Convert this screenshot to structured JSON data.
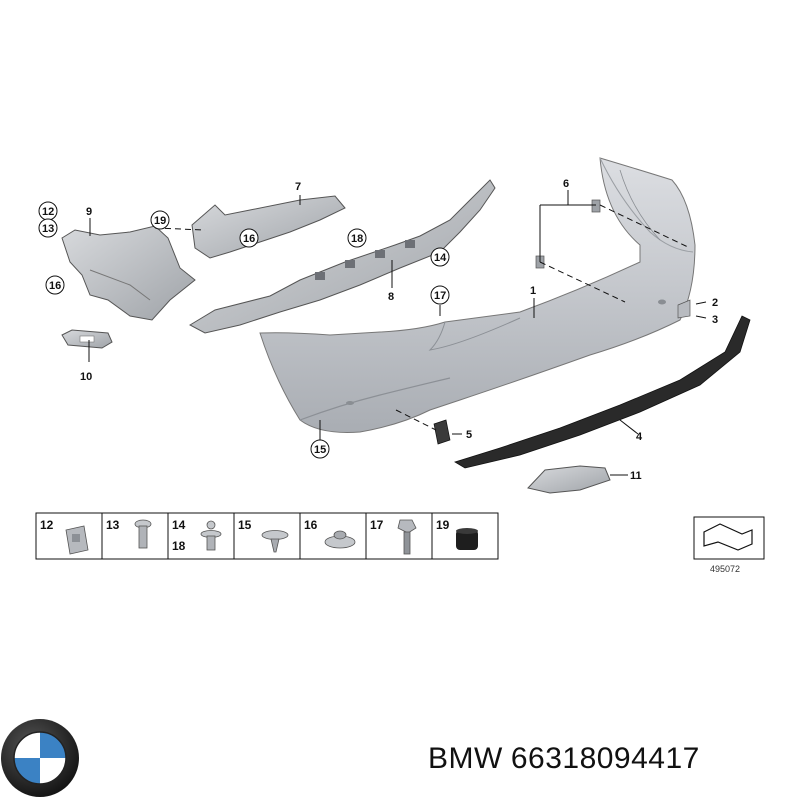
{
  "diagram": {
    "callouts": {
      "c1": "1",
      "c2": "2",
      "c3": "3",
      "c4": "4",
      "c5": "5",
      "c6": "6",
      "c7": "7",
      "c8": "8",
      "c9": "9",
      "c10": "10",
      "c11": "11",
      "c12": "12",
      "c13": "13",
      "c14": "14",
      "c15": "15",
      "c16a": "16",
      "c16b": "16",
      "c17": "17",
      "c18": "18",
      "c19": "19"
    },
    "hardware": [
      "12",
      "13",
      "14",
      "18",
      "15",
      "16",
      "17",
      "19"
    ],
    "diagram_ref": "495072"
  },
  "footer": {
    "brand": "BMW",
    "part_number": "66318094417"
  },
  "colors": {
    "bumper": "#c4c7cc",
    "line": "#111111",
    "dark_part": "#2a2a2a"
  }
}
